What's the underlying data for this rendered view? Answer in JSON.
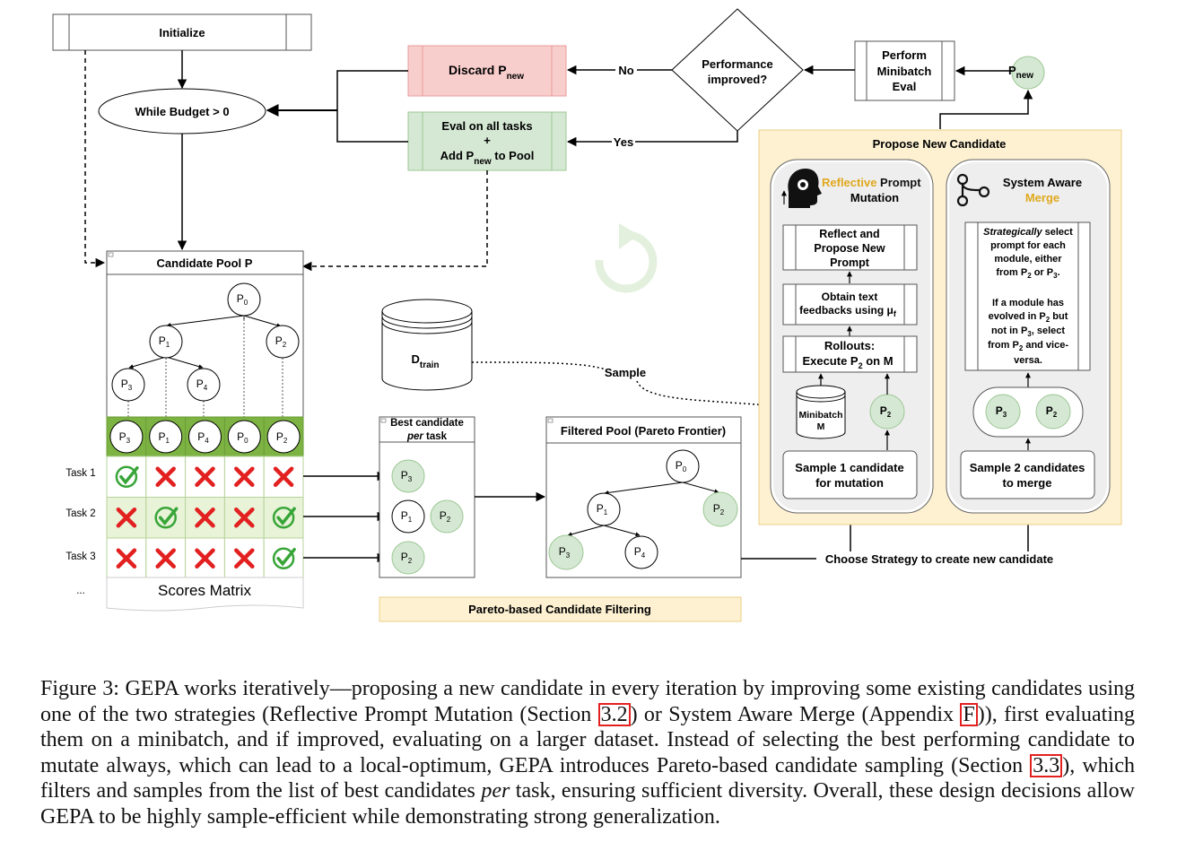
{
  "nodes": {
    "initialize": "Initialize",
    "while_budget": "While Budget > 0",
    "discard": "Discard P",
    "discard_sub": "new",
    "eval_all_1": "Eval on all tasks",
    "eval_all_2": "+",
    "eval_all_3a": "Add P",
    "eval_all_3sub": "new",
    "eval_all_3b": " to Pool",
    "performance_1": "Performance",
    "performance_2": "improved?",
    "no": "No",
    "yes": "Yes",
    "minibatch_1": "Perform",
    "minibatch_2": "Minibatch",
    "minibatch_3": "Eval",
    "pnew": "P",
    "pnew_sub": "new",
    "candidate_pool": "Candidate Pool P",
    "dtrain": "D",
    "dtrain_sub": "train",
    "sample": "Sample",
    "scores_matrix": "Scores Matrix",
    "best_candidate_1": "Best candidate",
    "best_candidate_2": "per",
    "best_candidate_3": " task",
    "filtered_pool": "Filtered Pool (Pareto Frontier)",
    "pareto_filtering": "Pareto-based Candidate Filtering",
    "choose_strategy": "Choose Strategy to create new candidate",
    "propose_new": "Propose New Candidate",
    "reflective": "Reflective",
    "prompt": " Prompt",
    "mutation": "Mutation",
    "system_aware": "System Aware",
    "merge": "Merge",
    "reflect_1": "Reflect and",
    "reflect_2": "Propose New",
    "reflect_3": "Prompt",
    "obtain_1": "Obtain text",
    "obtain_2": "feedbacks using μ",
    "obtain_2sub": "f",
    "rollouts_1": "Rollouts:",
    "rollouts_2": "Execute P",
    "rollouts_2sub": "2",
    "rollouts_2b": " on M",
    "minibatch_m_1": "Minibatch",
    "minibatch_m_2": "M",
    "sample1_1": "Sample 1 candidate",
    "sample1_2": "for mutation",
    "sample2_1": "Sample 2 candidates",
    "sample2_2": "to merge",
    "merge_text_1a": "Strategically",
    "merge_text_1b": " select",
    "merge_text_2": "prompt for each",
    "merge_text_3": "module, either",
    "merge_text_4a": "from P",
    "merge_text_4b": " or P",
    "merge_text_5": "If a module has",
    "merge_text_6a": "evolved in P",
    "merge_text_6b": " but",
    "merge_text_7a": "not in P",
    "merge_text_7b": ", select",
    "merge_text_8a": "from P",
    "merge_text_8b": " and vice-",
    "merge_text_9": "versa."
  },
  "pool_tree": {
    "p0": "P",
    "p0_sub": "0",
    "p1": "P",
    "p1_sub": "1",
    "p2": "P",
    "p2_sub": "2",
    "p3": "P",
    "p3_sub": "3",
    "p4": "P",
    "p4_sub": "4"
  },
  "scores": {
    "header": [
      "3",
      "1",
      "4",
      "0",
      "2"
    ],
    "tasks": [
      "Task 1",
      "Task 2",
      "Task 3",
      "..."
    ],
    "rows": [
      [
        "check",
        "cross",
        "cross",
        "cross",
        "cross"
      ],
      [
        "cross",
        "check",
        "cross",
        "cross",
        "check"
      ],
      [
        "cross",
        "cross",
        "cross",
        "cross",
        "check"
      ]
    ]
  },
  "best_per_task": [
    [
      "3"
    ],
    [
      "1",
      "2"
    ],
    [
      "2"
    ]
  ],
  "filtered_tree": {
    "root": "0",
    "mid": "1",
    "right": "2",
    "leaf_left": "3",
    "leaf_right": "4"
  },
  "mutation_p2": "2",
  "merge_candidates": [
    "3",
    "2"
  ],
  "caption": {
    "p1": "Figure 3: GEPA works iteratively—proposing a new candidate in every iteration by improving some existing candidates using one of the two strategies (Reflective Prompt Mutation (Section ",
    "ref1": "3.2",
    "p2": ") or System Aware Merge (Appendix ",
    "ref2": "F",
    "p3": ")), first evaluating them on a minibatch, and if improved, evaluating on a larger dataset. Instead of selecting the best performing candidate to mutate always, which can lead to a local-optimum, GEPA introduces Pareto-based candidate sampling (Section ",
    "ref3": "3.3",
    "p4": "), which filters and samples from the list of best candidates ",
    "it1": "per",
    "p5": " task, ensuring sufficient diversity. Overall, these design decisions allow GEPA to be highly sample-efficient while demonstrating strong generalization."
  },
  "colors": {
    "discard_fill": "#f8cecc",
    "discard_stroke": "#e89c9a",
    "eval_fill": "#d5e8d4",
    "eval_stroke": "#9cc793",
    "node_green": "#d5e8d4",
    "header_green": "#7db343",
    "cell_green": "#e8f3d8",
    "panel_fill": "#fdf1d2",
    "panel_stroke": "#eccf85",
    "orange": "#e0a81c",
    "check": "#37a537",
    "cross": "#e32020"
  }
}
